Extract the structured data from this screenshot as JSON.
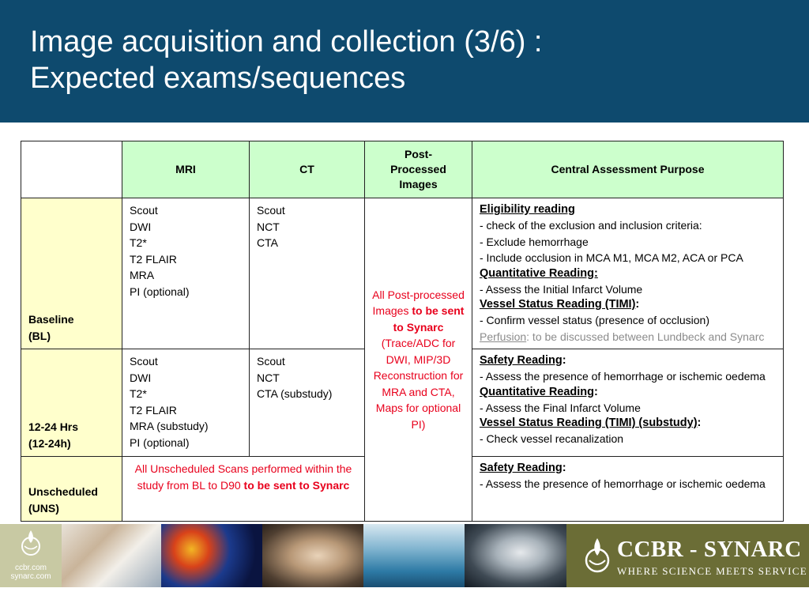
{
  "slide": {
    "title_line1": "Image acquisition and collection (3/6) :",
    "title_line2": "Expected exams/sequences"
  },
  "table": {
    "headers": [
      "",
      "MRI",
      "CT",
      "Post-Processed Images",
      "Central Assessment Purpose"
    ],
    "header_post_lines": [
      "Post-",
      "Processed",
      "Images"
    ],
    "rows": [
      {
        "label_lines": [
          "Baseline",
          "(BL)"
        ],
        "mri": [
          "Scout",
          "DWI",
          "T2*",
          "T2 FLAIR",
          "MRA",
          "PI (optional)"
        ],
        "ct": [
          "Scout",
          "NCT",
          "CTA"
        ]
      },
      {
        "label_lines": [
          "12-24 Hrs",
          "(12-24h)"
        ],
        "mri": [
          "Scout",
          "DWI",
          "T2*",
          "T2 FLAIR",
          "MRA (substudy)",
          "PI (optional)"
        ],
        "ct": [
          "Scout",
          "NCT",
          "CTA (substudy)"
        ]
      },
      {
        "label_lines": [
          "Unscheduled",
          "(UNS)"
        ],
        "unscheduled_text": "All Unscheduled Scans performed within the study from BL to D90",
        "unscheduled_bold": "to be sent to Synarc"
      }
    ],
    "post_processed": {
      "pre": "All Post-processed Images",
      "bold": "to be sent to Synarc",
      "post": "(Trace/ADC for DWI, MIP/3D Reconstruction for MRA and CTA, Maps for optional PI)"
    },
    "purpose_bl": {
      "h1": "Eligibility reading",
      "l1": "- check of the exclusion and inclusion criteria:",
      "l2": "- Exclude hemorrhage",
      "l3": "- Include occlusion in MCA M1, MCA M2, ACA or PCA",
      "h2": "Quantitative Reading:",
      "l4": "- Assess the Initial Infarct Volume",
      "h3": "Vessel Status Reading (TIMI)",
      "h3_suffix": ":",
      "l5": "- Confirm vessel status (presence of occlusion)",
      "gray_link": "Perfusion",
      "gray_text": ": to be discussed between Lundbeck and Synarc"
    },
    "purpose_12": {
      "h1": "Safety Reading",
      "h1_suffix": ":",
      "l1": "- Assess the presence of hemorrhage or ischemic oedema",
      "h2": "Quantitative Reading",
      "h2_suffix": ":",
      "l2": "- Assess the Final Infarct Volume",
      "h3": "Vessel Status Reading (TIMI) (substudy)",
      "h3_suffix": ":",
      "l3": "- Check vessel recanalization"
    },
    "purpose_uns": {
      "h1": "Safety Reading",
      "h1_suffix": ":",
      "l1": "- Assess the presence of hemorrhage or ischemic oedema"
    }
  },
  "footer": {
    "url1": "ccbr.com",
    "url2": "synarc.com",
    "brand": "CCBR - SYNARC",
    "tagline": "WHERE SCIENCE MEETS SERVICE",
    "colors": {
      "header_bg": "#0e4a6e",
      "header_cell_bg": "#ccffcc",
      "row_label_bg": "#ffffcc",
      "accent_red": "#e8001c",
      "footer_olive": "#6b6d36"
    }
  }
}
